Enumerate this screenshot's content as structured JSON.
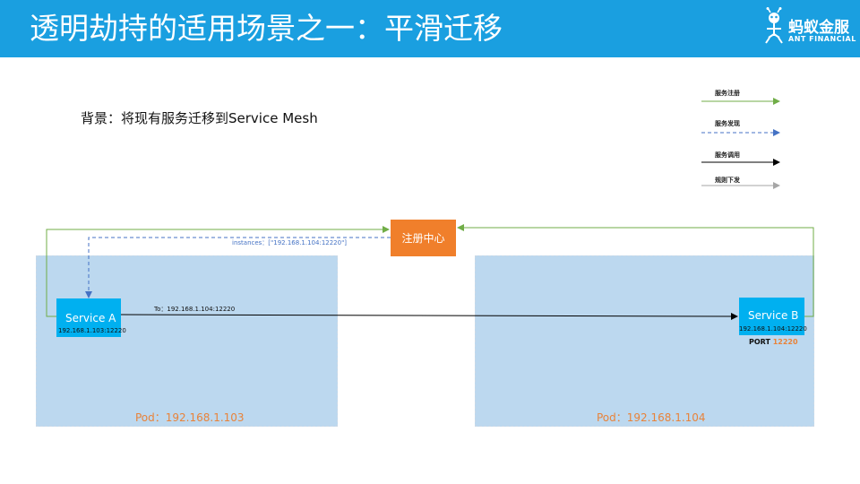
{
  "header": {
    "title": "透明劫持的适用场景之一：平滑迁移",
    "logo_text": "蚂蚁金服",
    "logo_sub": "ANT FINANCIAL",
    "bg_color": "#1a9fe0"
  },
  "background_text": "背景：将现有服务迁移到Service Mesh",
  "legend": [
    {
      "label": "服务注册",
      "style": "solid",
      "color": "#70ad47"
    },
    {
      "label": "服务发现",
      "style": "dashed",
      "color": "#4472c4"
    },
    {
      "label": "服务调用",
      "style": "solid",
      "color": "#000000"
    },
    {
      "label": "规则下发",
      "style": "solid",
      "color": "#a6a6a6"
    }
  ],
  "registry": {
    "label": "注册中心",
    "color": "#f07f2b"
  },
  "pods": [
    {
      "label": "Pod：192.168.1.103"
    },
    {
      "label": "Pod：192.168.1.104"
    }
  ],
  "services": [
    {
      "name": "Service A",
      "ip": "192.168.1.103:12220"
    },
    {
      "name": "Service B",
      "ip": "192.168.1.104:12220"
    }
  ],
  "call_label": "To：192.168.1.104:12220",
  "discovery_label": "instances：[\"192.168.1.104:12220\"]",
  "port": {
    "label": "PORT",
    "value": "12220"
  }
}
